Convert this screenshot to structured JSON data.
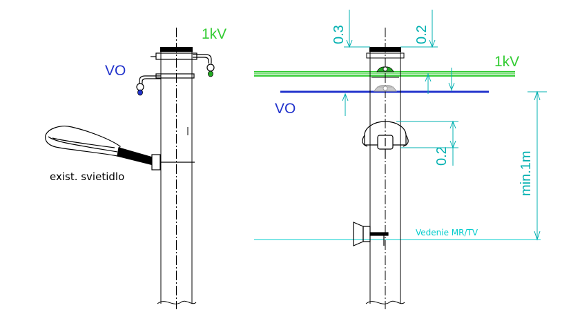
{
  "colors": {
    "background": "#ffffff",
    "ink": "#000000",
    "cable_1kv": "#33cc33",
    "cable_vo": "#2233cc",
    "dimension": "#00b0b0",
    "mrtv_line": "#00cccc",
    "insulator_grey": "#999999"
  },
  "left_view": {
    "label_1kv": "1kV",
    "label_vo": "VO",
    "label_luminaire": "exist. svietidlo"
  },
  "right_view": {
    "label_1kv": "1kV",
    "label_vo": "VO",
    "label_mrtv": "Vedenie MR/TV"
  },
  "dimensions": {
    "top_left": "0.3",
    "top_right": "0.2",
    "box_gap": "0.2",
    "min_clearance": "min.1m"
  }
}
